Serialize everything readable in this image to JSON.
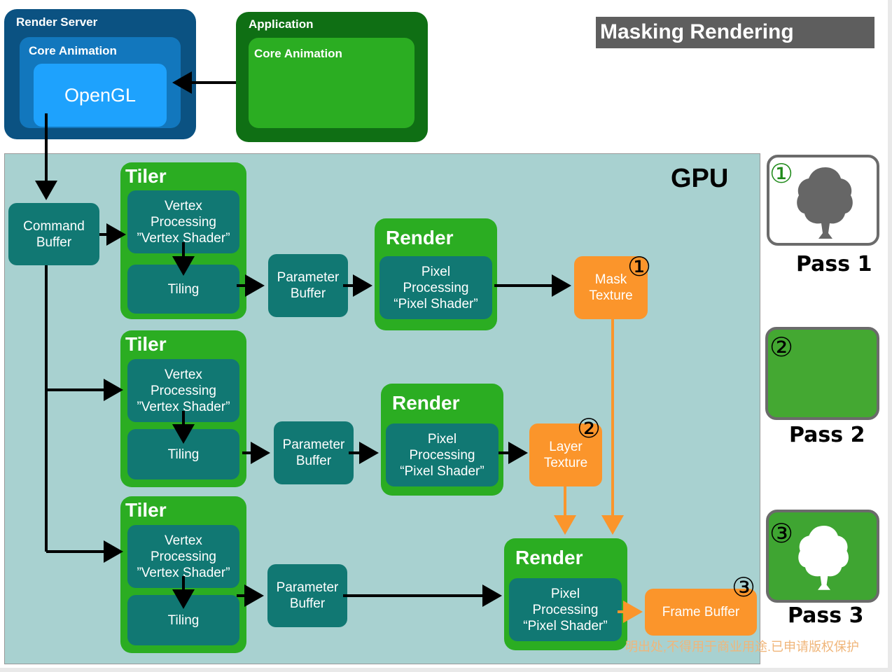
{
  "title": "Masking Rendering Passes",
  "render_server": {
    "label": "Render Server",
    "core_animation_label": "Core Animation",
    "opengl_label": "OpenGL"
  },
  "application": {
    "label": "Application",
    "core_animation_label": "Core Animation"
  },
  "gpu": {
    "label": "GPU",
    "command_buffer": "Command\nBuffer",
    "passes": [
      {
        "tiler_label": "Tiler",
        "vertex_label": "Vertex\nProcessing\n”Vertex Shader”",
        "tiling_label": "Tiling",
        "parameter_buffer": "Parameter\nBuffer",
        "render_label": "Render",
        "pixel_label": "Pixel\nProcessing\n“Pixel Shader”",
        "output_label": "Mask\nTexture",
        "output_marker": "①"
      },
      {
        "tiler_label": "Tiler",
        "vertex_label": "Vertex\nProcessing\n”Vertex Shader”",
        "tiling_label": "Tiling",
        "parameter_buffer": "Parameter\nBuffer",
        "render_label": "Render",
        "pixel_label": "Pixel\nProcessing\n“Pixel Shader”",
        "output_label": "Layer\nTexture",
        "output_marker": "②"
      },
      {
        "tiler_label": "Tiler",
        "vertex_label": "Vertex\nProcessing\n”Vertex Shader”",
        "tiling_label": "Tiling",
        "parameter_buffer": "Parameter\nBuffer",
        "render_label": "Render",
        "pixel_label": "Pixel\nProcessing\n“Pixel Shader”",
        "output_label": "Frame Buffer",
        "output_marker": "③"
      }
    ]
  },
  "legend": [
    {
      "marker": "①",
      "label": "Pass 1",
      "icon": "tree-icon-gray"
    },
    {
      "marker": "②",
      "label": "Pass 2",
      "icon": "none"
    },
    {
      "marker": "③",
      "label": "Pass 3",
      "icon": "tree-icon-white"
    }
  ],
  "watermark_text": "明出处,不得用于商业用途.已申请版权保护",
  "colors": {
    "render_server_outer": "#0b5282",
    "render_server_mid": "#1277bd",
    "opengl": "#1ea2fd",
    "application_outer": "#0f6f14",
    "application_inner": "#2bad22",
    "gpu_bg": "#a8d1d0",
    "teal": "#117873",
    "green": "#2bad22",
    "orange": "#fb952b",
    "title_bar": "#5e5e5e"
  }
}
